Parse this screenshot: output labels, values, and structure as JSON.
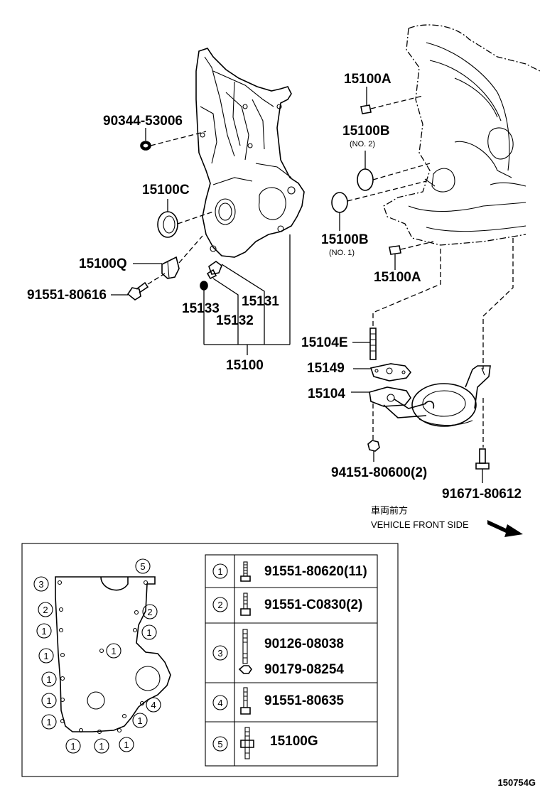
{
  "parts": {
    "p90344": "90344-53006",
    "p15100C": "15100C",
    "p15100Q": "15100Q",
    "p91551_616": "91551-80616",
    "p15133": "15133",
    "p15132": "15132",
    "p15131": "15131",
    "p15100": "15100",
    "p15100A_top": "15100A",
    "p15100B_top": "15100B",
    "p15100B_top_sub": "(NO. 2)",
    "p15100B_bot": "15100B",
    "p15100B_bot_sub": "(NO. 1)",
    "p15100A_bot": "15100A",
    "p15104E": "15104E",
    "p15149": "15149",
    "p15104": "15104",
    "p94151": "94151-80600(2)",
    "p91671": "91671-80612"
  },
  "vehicle_front": {
    "japanese": "車両前方",
    "english": "VEHICLE FRONT SIDE"
  },
  "bolt_map_markers": {
    "m1": "1",
    "m2": "2",
    "m3": "3",
    "m4": "4",
    "m5": "5"
  },
  "legend": [
    {
      "key": "1",
      "parts": [
        "91551-80620(11)"
      ]
    },
    {
      "key": "2",
      "parts": [
        "91551-C0830(2)"
      ]
    },
    {
      "key": "3",
      "parts": [
        "90126-08038",
        "90179-08254"
      ]
    },
    {
      "key": "4",
      "parts": [
        "91551-80635"
      ]
    },
    {
      "key": "5",
      "parts": [
        "15100G"
      ]
    }
  ],
  "figure_id": "150754G",
  "icons": [
    "vehicle-front-arrow-icon",
    "bolt-icon",
    "nut-icon",
    "stud-icon"
  ]
}
